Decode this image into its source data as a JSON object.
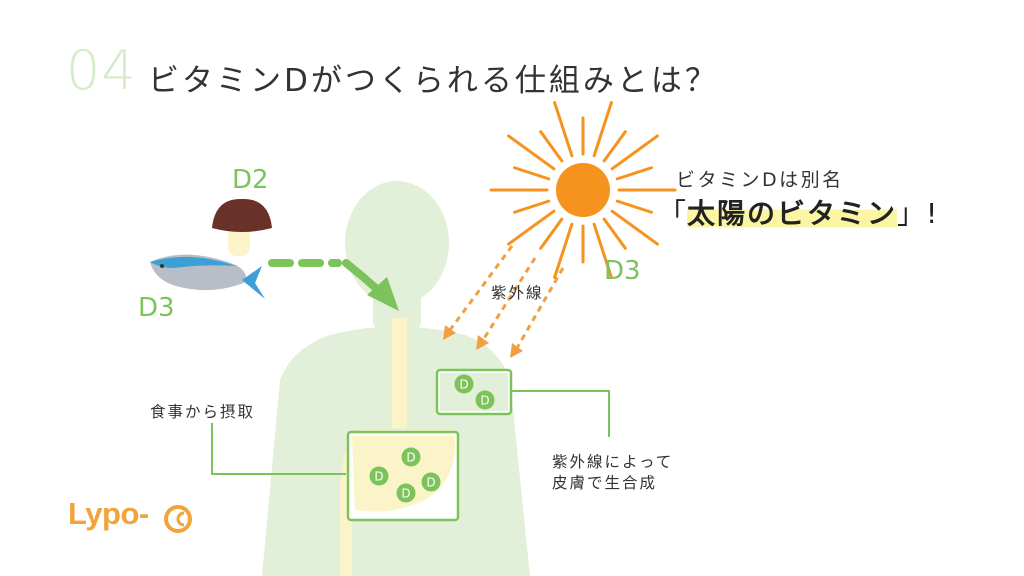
{
  "title": {
    "number": "04",
    "text": "ビタミンDがつくられる仕組みとは？"
  },
  "labels": {
    "d2": "D2",
    "d3_food": "D3",
    "d3_sun": "D3",
    "uv": "紫外線",
    "diet": "食事から摂取",
    "skin_line1": "紫外線によって",
    "skin_line2": "皮膚で生合成"
  },
  "callout": {
    "line1": "ビタミンDは別名",
    "bracket_open": "「",
    "highlight": "太陽のビタミン",
    "bracket_close": "」!"
  },
  "badges": {
    "letter": "D"
  },
  "logo": "Lypo-C",
  "colors": {
    "green": "#7cc35c",
    "body": "#e3f0d9",
    "organ": "#fbf4c9",
    "sun": "#f6921e",
    "arrow": "#f0a043",
    "highlight": "#fbf6a3"
  },
  "icons": [
    "sun-icon",
    "mushroom-icon",
    "fish-icon",
    "human-silhouette-icon",
    "vitamin-d-badge-icon",
    "lypo-c-logo"
  ]
}
